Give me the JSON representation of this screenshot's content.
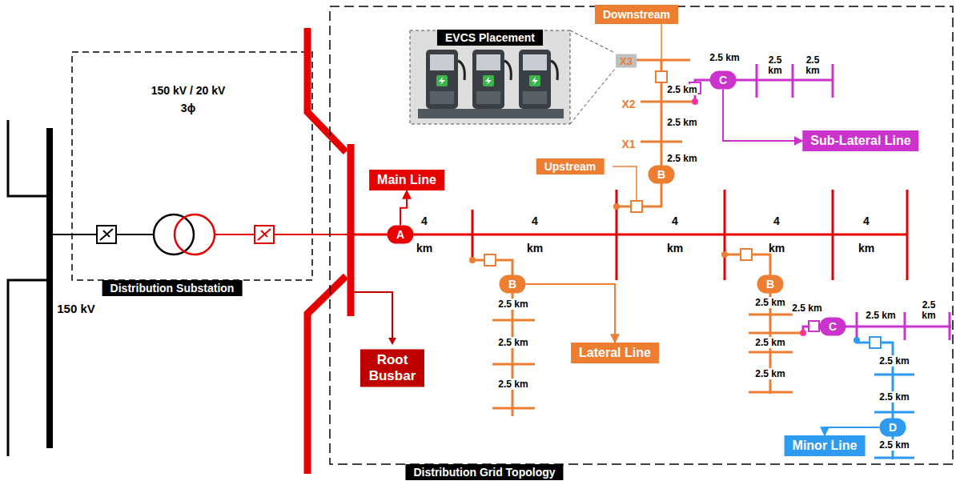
{
  "diagram": {
    "nodes": [
      {
        "text": [
          "EVCS Placement"
        ]
      },
      {
        "text": [
          "Downstream"
        ]
      },
      {
        "text": [
          "X3"
        ]
      },
      {
        "text": [
          "Main Line"
        ]
      },
      {
        "text": [
          "Upstream"
        ]
      },
      {
        "text": [
          "A"
        ]
      },
      {
        "text": [
          "B"
        ]
      },
      {
        "text": [
          "C"
        ]
      },
      {
        "text": [
          "Sub-Lateral Line"
        ]
      },
      {
        "text": [
          "B"
        ]
      },
      {
        "text": [
          "Lateral Line"
        ]
      },
      {
        "text": [
          "B"
        ]
      },
      {
        "text": [
          "C"
        ]
      },
      {
        "text": [
          "Root Busbar"
        ]
      },
      {
        "text": [
          "Distribution Substation"
        ]
      },
      {
        "text": [
          "Minor Line"
        ]
      },
      {
        "text": [
          "D"
        ]
      },
      {
        "text": [
          "Distribution Grid Topology"
        ]
      }
    ],
    "edges": [
      {
        "from": 5,
        "to": 3,
        "arrow": "to"
      },
      {
        "from": 7,
        "to": 8,
        "arrow": "to"
      },
      {
        "from": 9,
        "to": 10,
        "arrow": "to"
      },
      {
        "from": 16,
        "to": 15,
        "arrow": "to"
      }
    ],
    "labels": [
      "150 kV / 20 kV",
      "3ϕ",
      "150 kV",
      "X2",
      "X1",
      "4 km",
      "4 km",
      "4 km",
      "4 km",
      "4 km",
      "2.5 km",
      "2.5 km",
      "2.5 km",
      "2.5 km",
      "2.5 km",
      "2.5 km",
      "2.5 km",
      "2.5 km",
      "2.5 km",
      "2.5 km",
      "2.5 km",
      "2.5 km",
      "2.5 km",
      "2.5 km",
      "2.5 km",
      "2.5 km",
      "2.5 km",
      "2.5 km"
    ]
  }
}
